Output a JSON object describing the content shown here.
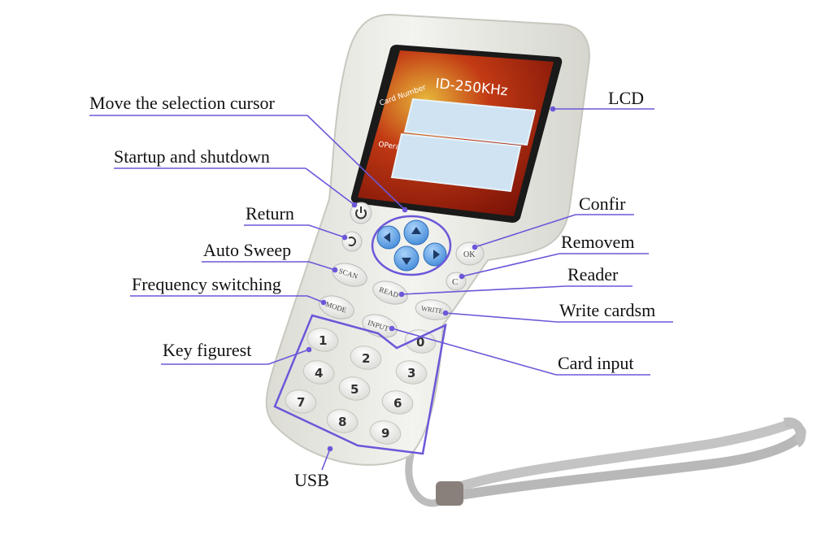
{
  "screen": {
    "title": "ID-250KHz",
    "card_label": "Card Number",
    "operation_label": "OPeration"
  },
  "keys": {
    "ok": "OK",
    "c": "C",
    "scan": "SCAN",
    "read": "READ",
    "mode": "MODE",
    "write": "WRITE",
    "input": "INPUT",
    "digits": [
      "1",
      "0",
      "2",
      "3",
      "4",
      "5",
      "6",
      "7",
      "8",
      "9"
    ]
  },
  "callouts": [
    {
      "id": "move-cursor",
      "text": "Move the selection cursor"
    },
    {
      "id": "startup",
      "text": "Startup and shutdown"
    },
    {
      "id": "return",
      "text": "Return"
    },
    {
      "id": "auto-sweep",
      "text": "Auto Sweep"
    },
    {
      "id": "frequency",
      "text": "Frequency switching"
    },
    {
      "id": "key-figures",
      "text": "Key figurest"
    },
    {
      "id": "usb",
      "text": "USB"
    },
    {
      "id": "lcd",
      "text": "LCD"
    },
    {
      "id": "confir",
      "text": "Confir"
    },
    {
      "id": "removem",
      "text": "Removem"
    },
    {
      "id": "reader",
      "text": "Reader"
    },
    {
      "id": "write-cards",
      "text": "Write cardsm"
    },
    {
      "id": "card-input",
      "text": "Card input"
    }
  ],
  "colors": {
    "annotation": "#6a58d8",
    "device_body": "#ebebe6",
    "screen_bg": "#b01c0c",
    "lcd_field": "#cfe3f3",
    "arrow_key": "#5aa2ea",
    "strap": "#bdbdbd",
    "strap_clip": "#8a807b"
  }
}
